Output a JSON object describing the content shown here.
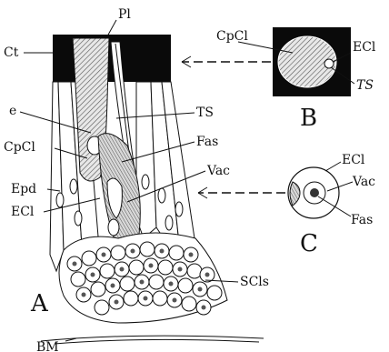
{
  "panels": {
    "a": "A",
    "b": "B",
    "c": "C"
  },
  "labels": {
    "pl": "Pl",
    "ct": "Ct",
    "e": "e",
    "ts_a": "TS",
    "cpcl_a": "CpCl",
    "fas_a": "Fas",
    "epd": "Epd",
    "vac_a": "Vac",
    "ecl_a": "ECl",
    "scls": "SCls",
    "bm": "BM",
    "cpcl_b": "CpCl",
    "ecl_b": "ECl",
    "ts_b": "TS",
    "ecl_c": "ECl",
    "vac_c": "Vac",
    "fas_c": "Fas"
  }
}
